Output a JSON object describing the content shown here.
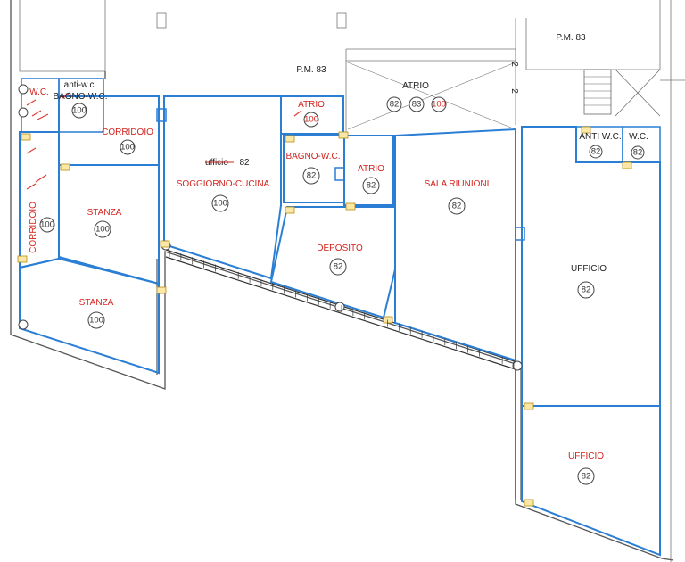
{
  "colors": {
    "room_outline": "#2a7fd4",
    "label_red": "#d2231e",
    "wall": "#555555",
    "note_marker": "#fbe7a6"
  },
  "header": {
    "pm_top_right": "P.M. 83",
    "pm_center": "P.M. 83"
  },
  "rooms": {
    "wc_small": {
      "label": "W.C.",
      "number": ""
    },
    "anti_bagno": {
      "label_line1": "anti-w.c.",
      "label_line2": "BAGNO-W.C.",
      "number": "100"
    },
    "corridoio_top": {
      "label": "CORRIDOIO",
      "number": "100"
    },
    "corridoio_left": {
      "label": "CORRIDOIO",
      "number": "100"
    },
    "stanza_1": {
      "label": "STANZA",
      "number": "100"
    },
    "stanza_2": {
      "label": "STANZA",
      "number": "100"
    },
    "soggiorno": {
      "label_strike": "ufficio",
      "label_after": "82",
      "label": "SOGGIORNO-CUCINA",
      "number": "100"
    },
    "atrio_small": {
      "label": "ATRIO",
      "number": "100"
    },
    "bagno": {
      "label": "BAGNO-W.C.",
      "number": "82"
    },
    "atrio_mid": {
      "label": "ATRIO",
      "number": "82"
    },
    "deposito": {
      "label": "DEPOSITO",
      "number": "82"
    },
    "atrio_top": {
      "label": "ATRIO",
      "numbers": [
        "82",
        "83",
        "100"
      ]
    },
    "sala": {
      "label": "SALA RIUNIONI",
      "number": "82"
    },
    "anti_wc": {
      "label": "ANTI W.C.",
      "number": "82"
    },
    "wc_right": {
      "label": "W.C.",
      "number": "82"
    },
    "ufficio_1": {
      "label": "UFFICIO",
      "number": "82"
    },
    "ufficio_2": {
      "label": "UFFICIO",
      "number": "82"
    }
  },
  "stair_marks": [
    "2",
    "2"
  ]
}
